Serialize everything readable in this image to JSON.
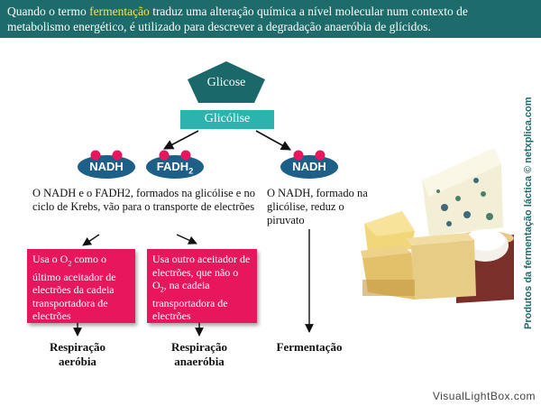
{
  "header": {
    "pre": "Quando o termo ",
    "highlight": "fermentação",
    "post": " traduz uma alteração química a nível molecular num contexto de metabolismo energético, é utilizado para descrever a degradação anaeróbia de glícidos."
  },
  "colors": {
    "header_bg": "#1d6b6a",
    "highlight": "#f5e642",
    "node_dark": "#1a6869",
    "teal_box": "#2bb3ae",
    "ellipse": "#1e5f88",
    "dot": "#e8175d",
    "red_box": "#e8175d"
  },
  "diagram": {
    "glucose": "Glicose",
    "glycolysis": "Glicólise",
    "nadh_left": "NADH",
    "fadh2": "FADH",
    "fadh2_sub": "2",
    "nadh_right": "NADH",
    "desc_left": "O NADH e o FADH2, formados na glicólise e no ciclo de Krebs, vão para o transporte de electrões",
    "desc_right": "O NADH, formado na glicólise, reduz o piruvato",
    "box1_a": "Usa o O",
    "box1_sub": "2",
    "box1_b": " como o último aceitador de electrões da cadeia transportadora de electrões",
    "box2_a": "Usa outro aceitador de electrões, que não o O",
    "box2_sub": "2",
    "box2_b": ", na cadeia transportadora de electrões",
    "out1": "Respiração aeróbia",
    "out2": "Respiração anaeróbia",
    "out3": "Fermentação"
  },
  "credit": "Produtos da fermentação láctica © netxplica.com",
  "watermark": "VisualLightBox.com"
}
